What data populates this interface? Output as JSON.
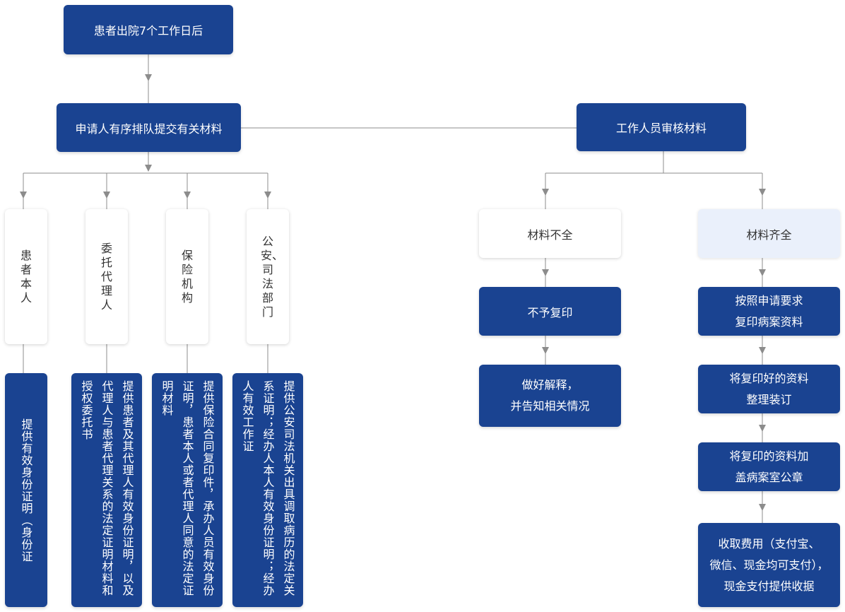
{
  "flow": {
    "start": "患者出院7个工作日后",
    "submit": "申请人有序排队提交有关材料",
    "review": "工作人员审核材料"
  },
  "applicants": [
    {
      "label": "患者本人",
      "requirement": "提供有效身份证明（身份证"
    },
    {
      "label": "委托代理人",
      "requirement": "提供患者及其代理人有效身份证明，以及代理人与患者代理关系的法定证明材料和授权委托书"
    },
    {
      "label": "保险机构",
      "requirement": "提供保险合同复印件，承办人员有效身份证明，患者本人或者代理人同意的法定证明材料"
    },
    {
      "label": "公安、司法部门",
      "requirement": "提供公安司法机关出具调取病历的法定关系证明；经办人本人有效身份证明；经办人有效工作证"
    }
  ],
  "incomplete": {
    "label": "材料不全",
    "step1": "不予复印",
    "step2_line1": "做好解释，",
    "step2_line2": "并告知相关情况"
  },
  "complete": {
    "label": "材料齐全",
    "step1_line1": "按照申请要求",
    "step1_line2": "复印病案资料",
    "step2_line1": "将复印好的资料",
    "step2_line2": "整理装订",
    "step3_line1": "将复印的资料加",
    "step3_line2": "盖病案室公章",
    "step4_line1": "收取费用（支付宝、",
    "step4_line2": "微信、现金均可支付），",
    "step4_line3": "现金支付提供收据"
  },
  "colors": {
    "dark_box": "#1a4391",
    "light_box": "#eaf0fb",
    "connector": "#8c8c8c"
  }
}
